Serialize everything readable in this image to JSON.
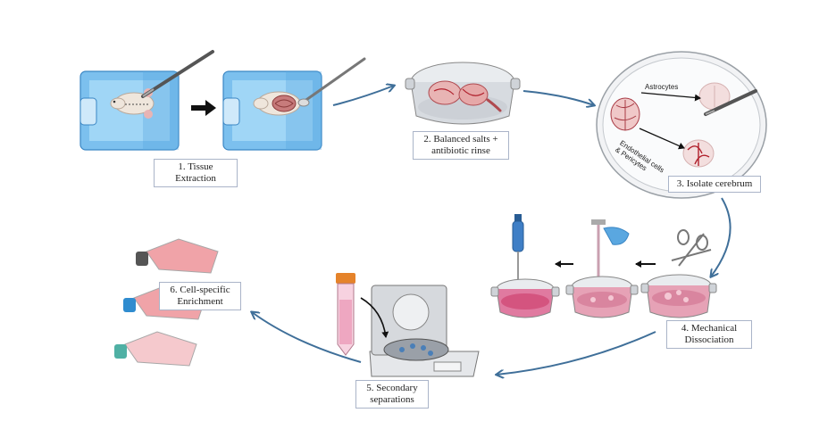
{
  "steps": [
    {
      "lines": [
        "1. Tissue Extraction"
      ]
    },
    {
      "lines": [
        "2. Balanced salts +",
        "antibiotic rinse"
      ]
    },
    {
      "lines": [
        "3. Isolate cerebrum"
      ]
    },
    {
      "lines": [
        "4. Mechanical",
        "Dissociation"
      ]
    },
    {
      "lines": [
        "5. Secondary",
        "separations"
      ]
    },
    {
      "lines": [
        "6. Cell-specific",
        "Enrichment"
      ]
    }
  ],
  "annotations": {
    "astrocytes": "Astrocytes",
    "endothelial_line1": "Endothelial cells",
    "endothelial_line2": "& Pericytes"
  },
  "colors": {
    "arrow_blue": "#3f6f99",
    "ice_blue": "#6fb6e8",
    "media_pink": "#d85c86",
    "brain_pink": "#e8b4b4",
    "vessel_red": "#b0202c"
  },
  "icons": [
    "mouse-icon",
    "scalpel-icon",
    "spatula-icon",
    "petri-dish-icon",
    "brain-icon",
    "scissors-icon",
    "pipette-icon",
    "centrifuge-icon",
    "falcon-tube-icon",
    "culture-flask-icon"
  ]
}
